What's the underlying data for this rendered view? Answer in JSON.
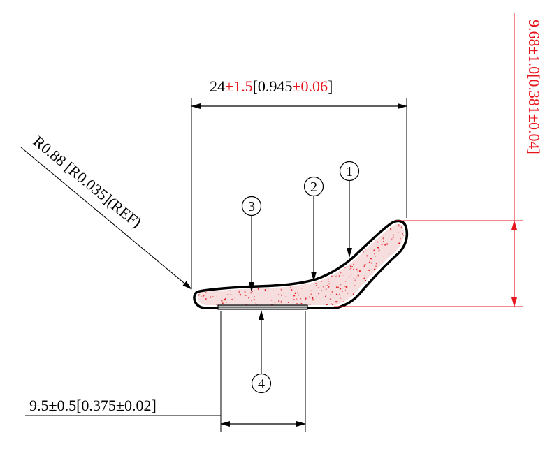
{
  "colors": {
    "line": "#000000",
    "tolerance": "#e8141c",
    "dimension_red": "#e8141c",
    "foam_fill": "#f7dede",
    "foam_speckle": "#e3121a"
  },
  "width_dim": {
    "nominal": "24",
    "tolerance": "±1.5",
    "inch_open": "[0.945",
    "inch_tolerance": "±0.06",
    "close": "]"
  },
  "height_dim": {
    "label": "9.68±1.0[0.381±0.04]"
  },
  "radius_dim": {
    "label": "R0.88 [R0.035](REF)"
  },
  "tape_dim": {
    "label": "9.5±0.5[0.375±0.02]"
  },
  "callouts": [
    {
      "number": "1"
    },
    {
      "number": "2"
    },
    {
      "number": "3"
    },
    {
      "number": "4"
    }
  ]
}
